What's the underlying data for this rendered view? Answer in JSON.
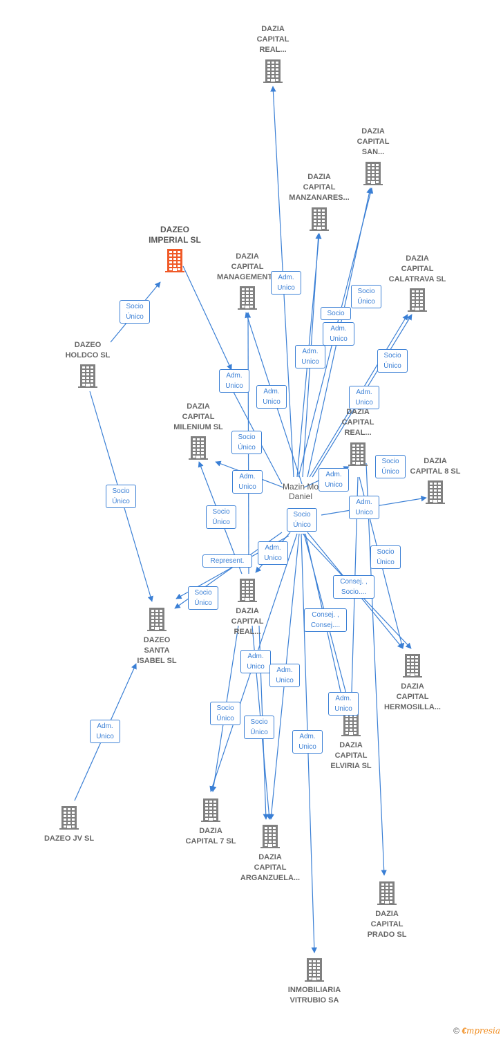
{
  "center": {
    "name": "Mazin Mo\nDaniel"
  },
  "nodes": [
    {
      "id": "dazia-capital-real-top",
      "label": "DAZIA\nCAPITAL\nREAL...",
      "color": "#808080",
      "focus": false
    },
    {
      "id": "dazia-capital-san",
      "label": "DAZIA\nCAPITAL\nSAN...",
      "color": "#808080",
      "focus": false
    },
    {
      "id": "dazia-capital-manzanares",
      "label": "DAZIA\nCAPITAL\nMANZANARES...",
      "color": "#808080",
      "focus": false
    },
    {
      "id": "dazeo-imperial",
      "label": "DAZEO\nIMPERIAL  SL",
      "color": "#f05a28",
      "focus": true
    },
    {
      "id": "dazia-capital-management",
      "label": "DAZIA\nCAPITAL\nMANAGEMENT...",
      "color": "#808080",
      "focus": false
    },
    {
      "id": "dazia-capital-calatrava",
      "label": "DAZIA\nCAPITAL\nCALATRAVA  SL",
      "color": "#808080",
      "focus": false
    },
    {
      "id": "dazeo-holdco",
      "label": "DAZEO\nHOLDCO  SL",
      "color": "#808080",
      "focus": false
    },
    {
      "id": "dazia-capital-milenium",
      "label": "DAZIA\nCAPITAL\nMILENIUM  SL",
      "color": "#808080",
      "focus": false
    },
    {
      "id": "dazia-capital-real-mid",
      "label": "DAZIA\nCAPITAL\nREAL...",
      "color": "#808080",
      "focus": false
    },
    {
      "id": "dazia-capital-8",
      "label": "DAZIA\nCAPITAL 8  SL",
      "color": "#808080",
      "focus": false
    },
    {
      "id": "dazia-capital-real-low",
      "label": "DAZIA\nCAPITAL\nREAL...",
      "color": "#808080",
      "focus": false
    },
    {
      "id": "dazeo-santa-isabel",
      "label": "DAZEO\nSANTA\nISABEL  SL",
      "color": "#808080",
      "focus": false
    },
    {
      "id": "dazia-capital-hermosilla",
      "label": "DAZIA\nCAPITAL\nHERMOSILLA...",
      "color": "#808080",
      "focus": false
    },
    {
      "id": "dazia-capital-elviria",
      "label": "DAZIA\nCAPITAL\nELVIRIA  SL",
      "color": "#808080",
      "focus": false
    },
    {
      "id": "dazeo-jv",
      "label": "DAZEO JV  SL",
      "color": "#808080",
      "focus": false
    },
    {
      "id": "dazia-capital-7",
      "label": "DAZIA\nCAPITAL 7  SL",
      "color": "#808080",
      "focus": false
    },
    {
      "id": "dazia-capital-arganzuela",
      "label": "DAZIA\nCAPITAL\nARGANZUELA...",
      "color": "#808080",
      "focus": false
    },
    {
      "id": "dazia-capital-prado",
      "label": "DAZIA\nCAPITAL\nPRADO  SL",
      "color": "#808080",
      "focus": false
    },
    {
      "id": "inmobiliaria-vitrubio",
      "label": "INMOBILIARIA\nVITRUBIO SA",
      "color": "#808080",
      "focus": false
    }
  ],
  "edge_labels": [
    {
      "id": "el-1",
      "text": "Adm.\nUnico"
    },
    {
      "id": "el-2",
      "text": "Socio\nÚnico"
    },
    {
      "id": "el-3",
      "text": "Socio\nÚnico"
    },
    {
      "id": "el-4",
      "text": "Socio"
    },
    {
      "id": "el-5",
      "text": "Adm.\nUnico"
    },
    {
      "id": "el-6",
      "text": "Adm.\nUnico"
    },
    {
      "id": "el-7",
      "text": "Socio\nÚnico"
    },
    {
      "id": "el-8",
      "text": "Adm.\nUnico"
    },
    {
      "id": "el-9",
      "text": "Adm.\nUnico"
    },
    {
      "id": "el-10",
      "text": "Adm.\nUnico"
    },
    {
      "id": "el-11",
      "text": "Socio\nÚnico"
    },
    {
      "id": "el-12",
      "text": "Adm.\nUnico"
    },
    {
      "id": "el-13",
      "text": "Socio\nÚnico"
    },
    {
      "id": "el-14",
      "text": "Adm.\nUnico"
    },
    {
      "id": "el-15",
      "text": "Socio\nÚnico"
    },
    {
      "id": "el-16",
      "text": "Adm.\nUnico"
    },
    {
      "id": "el-17",
      "text": "Socio\nÚnico"
    },
    {
      "id": "el-18",
      "text": "Socio\nÚnico"
    },
    {
      "id": "el-19",
      "text": "Adm.\nUnico"
    },
    {
      "id": "el-20",
      "text": "Represent."
    },
    {
      "id": "el-21",
      "text": "Socio\nÚnico"
    },
    {
      "id": "el-22",
      "text": "Socio\nÚnico"
    },
    {
      "id": "el-23",
      "text": "Consej. ,\nSocio...."
    },
    {
      "id": "el-24",
      "text": "Consej. ,\nConsej...."
    },
    {
      "id": "el-25",
      "text": "Adm.\nUnico"
    },
    {
      "id": "el-26",
      "text": "Adm.\nUnico"
    },
    {
      "id": "el-27",
      "text": "Adm.\nUnico"
    },
    {
      "id": "el-28",
      "text": "Socio\nÚnico"
    },
    {
      "id": "el-29",
      "text": "Socio\nÚnico"
    },
    {
      "id": "el-30",
      "text": "Adm.\nUnico"
    },
    {
      "id": "el-31",
      "text": "Adm.\nUnico"
    }
  ],
  "footer": {
    "copyright": "©",
    "brand_e": "€",
    "brand": "mpresia"
  },
  "colors": {
    "edge": "#3a7fd5",
    "node": "#808080",
    "focus_node": "#f05a28"
  }
}
